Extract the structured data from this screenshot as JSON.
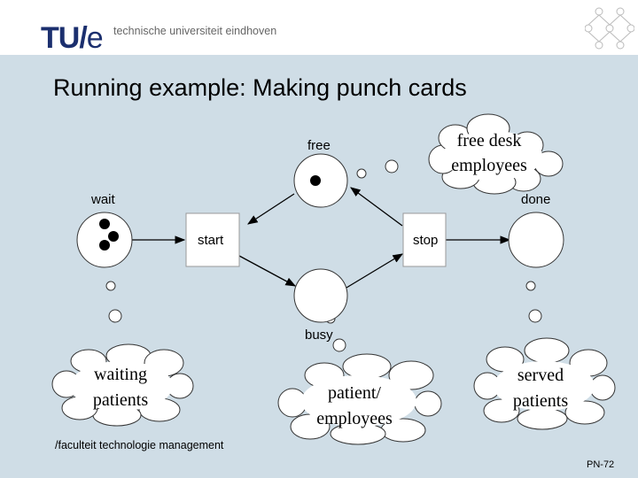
{
  "header": {
    "logo_main": "TU/",
    "logo_e": "e",
    "university": "technische universiteit eindhoven"
  },
  "slide": {
    "title": "Running example: Making punch cards"
  },
  "diagram": {
    "places": {
      "wait": "wait",
      "free": "free",
      "busy": "busy",
      "done": "done"
    },
    "transitions": {
      "start": "start",
      "stop": "stop"
    },
    "annotations": {
      "free": [
        "free desk",
        "employees"
      ],
      "waiting": [
        "waiting",
        "patients"
      ],
      "patient": [
        "patient/",
        "employees"
      ],
      "served": [
        "served",
        "patients"
      ]
    }
  },
  "footer": {
    "department": "/faculteit technologie management",
    "page": "PN-72"
  }
}
